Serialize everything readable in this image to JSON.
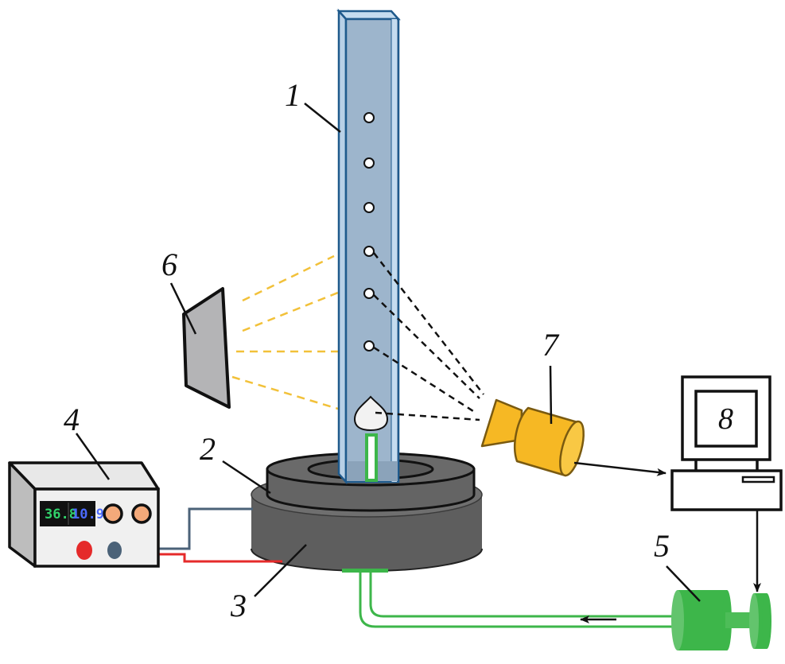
{
  "figure": {
    "type": "experimental-setup-schematic",
    "labels": {
      "column": "1",
      "inner_electrode_ring": "2",
      "base_electrode": "3",
      "power_supply": "4",
      "pump": "5",
      "light_source": "6",
      "camera": "7",
      "computer": "8"
    },
    "power_supply_display": {
      "left_readout": "36.8",
      "right_readout": "10.9"
    },
    "particles_in_column": 6,
    "colors": {
      "column_fill": "#9db5cc",
      "column_edge": "#1f5a8c",
      "column_highlight": "#c5dcef",
      "camera": "#f6b824",
      "camera_edge": "#7a5a10",
      "pump": "#3db64a",
      "tube": "#3db64a",
      "light_rays": "#f2c13a",
      "base_dark": "#5e5e5e",
      "base_mid": "#6f6f6f",
      "wire_red": "#e52a2a",
      "wire_blue": "#4b6278",
      "knob": "#f3a97a",
      "lcd_green": "#31d16a",
      "lcd_blue": "#4b6bff",
      "mirror": "#b4b4b6"
    }
  }
}
